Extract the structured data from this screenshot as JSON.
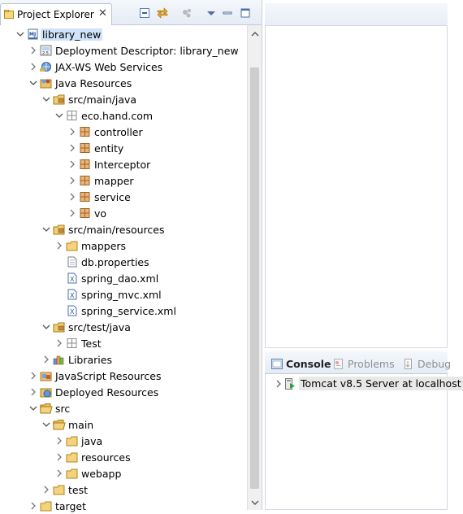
{
  "explorer": {
    "tab_title": "Project Explorer",
    "close_glyph": "✕",
    "toolbar": [
      "collapse-all-icon",
      "link-with-editor-icon",
      "filter-icon",
      "view-menu-icon",
      "minimize-icon",
      "maximize-icon"
    ]
  },
  "tree": [
    {
      "label": "library_new",
      "depth": 0,
      "state": "open",
      "icon": "web-project-icon",
      "selected": true
    },
    {
      "label": "Deployment Descriptor: library_new",
      "depth": 1,
      "state": "closed",
      "icon": "deployment-descriptor-icon"
    },
    {
      "label": "JAX-WS Web Services",
      "depth": 1,
      "state": "closed",
      "icon": "web-services-icon"
    },
    {
      "label": "Java Resources",
      "depth": 1,
      "state": "open",
      "icon": "java-resources-icon"
    },
    {
      "label": "src/main/java",
      "depth": 2,
      "state": "open",
      "icon": "source-folder-icon"
    },
    {
      "label": "eco.hand.com",
      "depth": 3,
      "state": "open",
      "icon": "package-empty-icon"
    },
    {
      "label": "controller",
      "depth": 4,
      "state": "closed",
      "icon": "package-icon"
    },
    {
      "label": "entity",
      "depth": 4,
      "state": "closed",
      "icon": "package-icon"
    },
    {
      "label": "Interceptor",
      "depth": 4,
      "state": "closed",
      "icon": "package-icon"
    },
    {
      "label": "mapper",
      "depth": 4,
      "state": "closed",
      "icon": "package-icon"
    },
    {
      "label": "service",
      "depth": 4,
      "state": "closed",
      "icon": "package-icon"
    },
    {
      "label": "vo",
      "depth": 4,
      "state": "closed",
      "icon": "package-icon"
    },
    {
      "label": "src/main/resources",
      "depth": 2,
      "state": "open",
      "icon": "source-folder-icon"
    },
    {
      "label": "mappers",
      "depth": 3,
      "state": "closed",
      "icon": "folder-icon"
    },
    {
      "label": "db.properties",
      "depth": 3,
      "state": "none",
      "icon": "file-icon"
    },
    {
      "label": "spring_dao.xml",
      "depth": 3,
      "state": "none",
      "icon": "xml-file-icon"
    },
    {
      "label": "spring_mvc.xml",
      "depth": 3,
      "state": "none",
      "icon": "xml-file-icon"
    },
    {
      "label": "spring_service.xml",
      "depth": 3,
      "state": "none",
      "icon": "xml-file-icon"
    },
    {
      "label": "src/test/java",
      "depth": 2,
      "state": "open",
      "icon": "source-folder-icon"
    },
    {
      "label": "Test",
      "depth": 3,
      "state": "closed",
      "icon": "package-empty-icon"
    },
    {
      "label": "Libraries",
      "depth": 2,
      "state": "closed",
      "icon": "libraries-icon"
    },
    {
      "label": "JavaScript Resources",
      "depth": 1,
      "state": "closed",
      "icon": "javascript-resources-icon"
    },
    {
      "label": "Deployed Resources",
      "depth": 1,
      "state": "closed",
      "icon": "deployed-resources-icon"
    },
    {
      "label": "src",
      "depth": 1,
      "state": "open",
      "icon": "folder-open-icon"
    },
    {
      "label": "main",
      "depth": 2,
      "state": "open",
      "icon": "folder-open-icon"
    },
    {
      "label": "java",
      "depth": 3,
      "state": "closed",
      "icon": "folder-icon"
    },
    {
      "label": "resources",
      "depth": 3,
      "state": "closed",
      "icon": "folder-icon"
    },
    {
      "label": "webapp",
      "depth": 3,
      "state": "closed",
      "icon": "folder-icon"
    },
    {
      "label": "test",
      "depth": 2,
      "state": "closed",
      "icon": "folder-icon"
    },
    {
      "label": "target",
      "depth": 1,
      "state": "closed",
      "icon": "folder-icon"
    }
  ],
  "console": {
    "tabs": [
      {
        "label": "Console",
        "icon": "console-icon",
        "active": true
      },
      {
        "label": "Problems",
        "icon": "problems-icon",
        "active": false
      },
      {
        "label": "Debug",
        "icon": "debug-icon",
        "active": false
      }
    ],
    "server": {
      "label": "Tomcat v8.5 Server at localhost",
      "icon": "server-icon"
    }
  }
}
